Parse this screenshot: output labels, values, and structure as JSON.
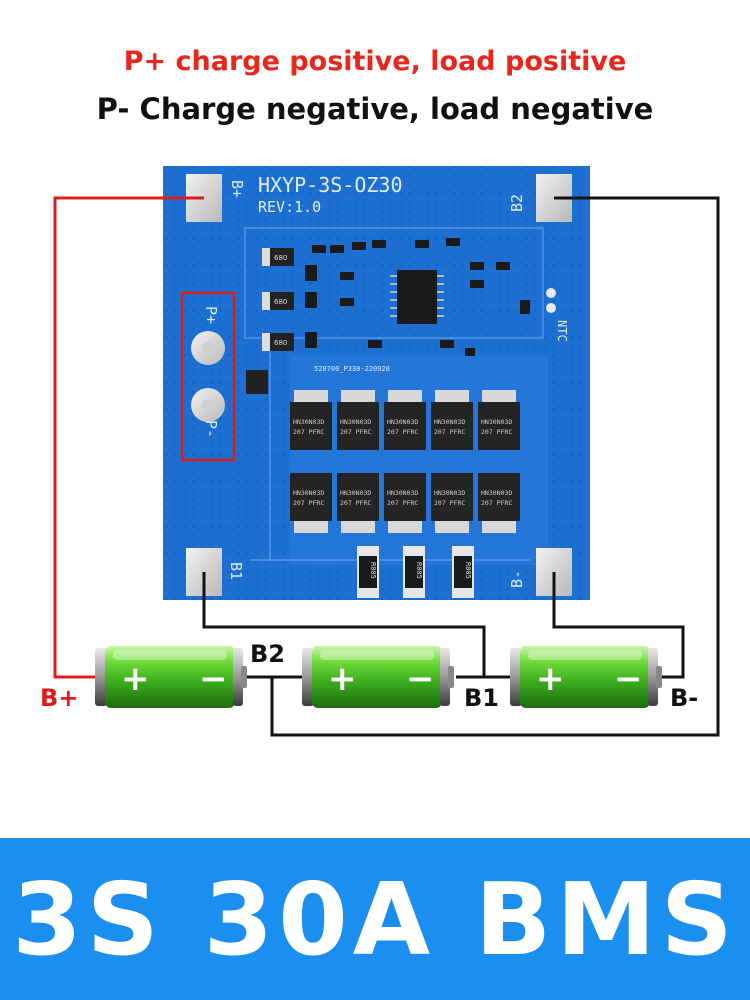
{
  "heading": {
    "line1": "P+ charge positive, load positive",
    "line2": "P- Charge negative, load negative"
  },
  "board": {
    "model": "HXYP-3S-OZ30",
    "revision": "REV:1.0",
    "pads": {
      "b_plus": "B+",
      "b2": "B2",
      "b1": "B1",
      "b_minus": "B-",
      "p_plus": "P+",
      "p_minus": "P-"
    },
    "ntc": "NTC",
    "pcb_code": "520700_P330-220920",
    "mosfet_marking_1": "HN30N03D",
    "mosfet_marking_2": "207 PFRC",
    "resistor_marking": "R005",
    "cap_marking": "680"
  },
  "wiring": {
    "b_plus": "B+",
    "b2": "B2",
    "b1": "B1",
    "b_minus": "B-",
    "cell_plus": "+",
    "cell_minus": "−"
  },
  "footer": {
    "title": "3S 30A BMS"
  },
  "colors": {
    "heading_red": "#e8261c",
    "heading_black": "#111111",
    "pcb_blue": "#1d6fd1",
    "wire_red": "#e01b1b",
    "wire_black": "#111111",
    "cell_green": "#4fc42a",
    "footer_blue": "#1b8ff0"
  }
}
